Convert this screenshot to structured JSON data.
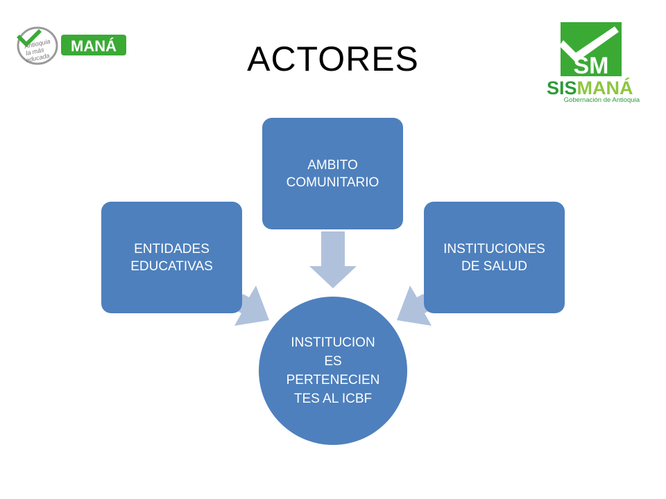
{
  "title": "ACTORES",
  "colors": {
    "node": "#4e80bd",
    "arrow": "#b0c1dc",
    "brand_green": "#3aaa35",
    "text": "#ffffff"
  },
  "diagram": {
    "center": {
      "lines": [
        "INSTITUCION",
        "ES",
        "PERTENECIEN",
        "TES AL  ICBF"
      ]
    },
    "top": {
      "lines": [
        "AMBITO",
        "COMUNITARIO"
      ]
    },
    "left": {
      "lines": [
        "ENTIDADES",
        "EDUCATIVAS"
      ]
    },
    "right": {
      "lines": [
        "INSTITUCIONES",
        "DE SALUD"
      ]
    }
  },
  "logos": {
    "mana": {
      "label": "MANÁ",
      "tagline": [
        "Antioquia",
        "la más",
        "educada"
      ]
    },
    "sismana": {
      "letters": "SM",
      "brand_a": "SIS",
      "brand_b": "MANÁ",
      "subtitle": "Gobernación de Antioquia"
    }
  }
}
